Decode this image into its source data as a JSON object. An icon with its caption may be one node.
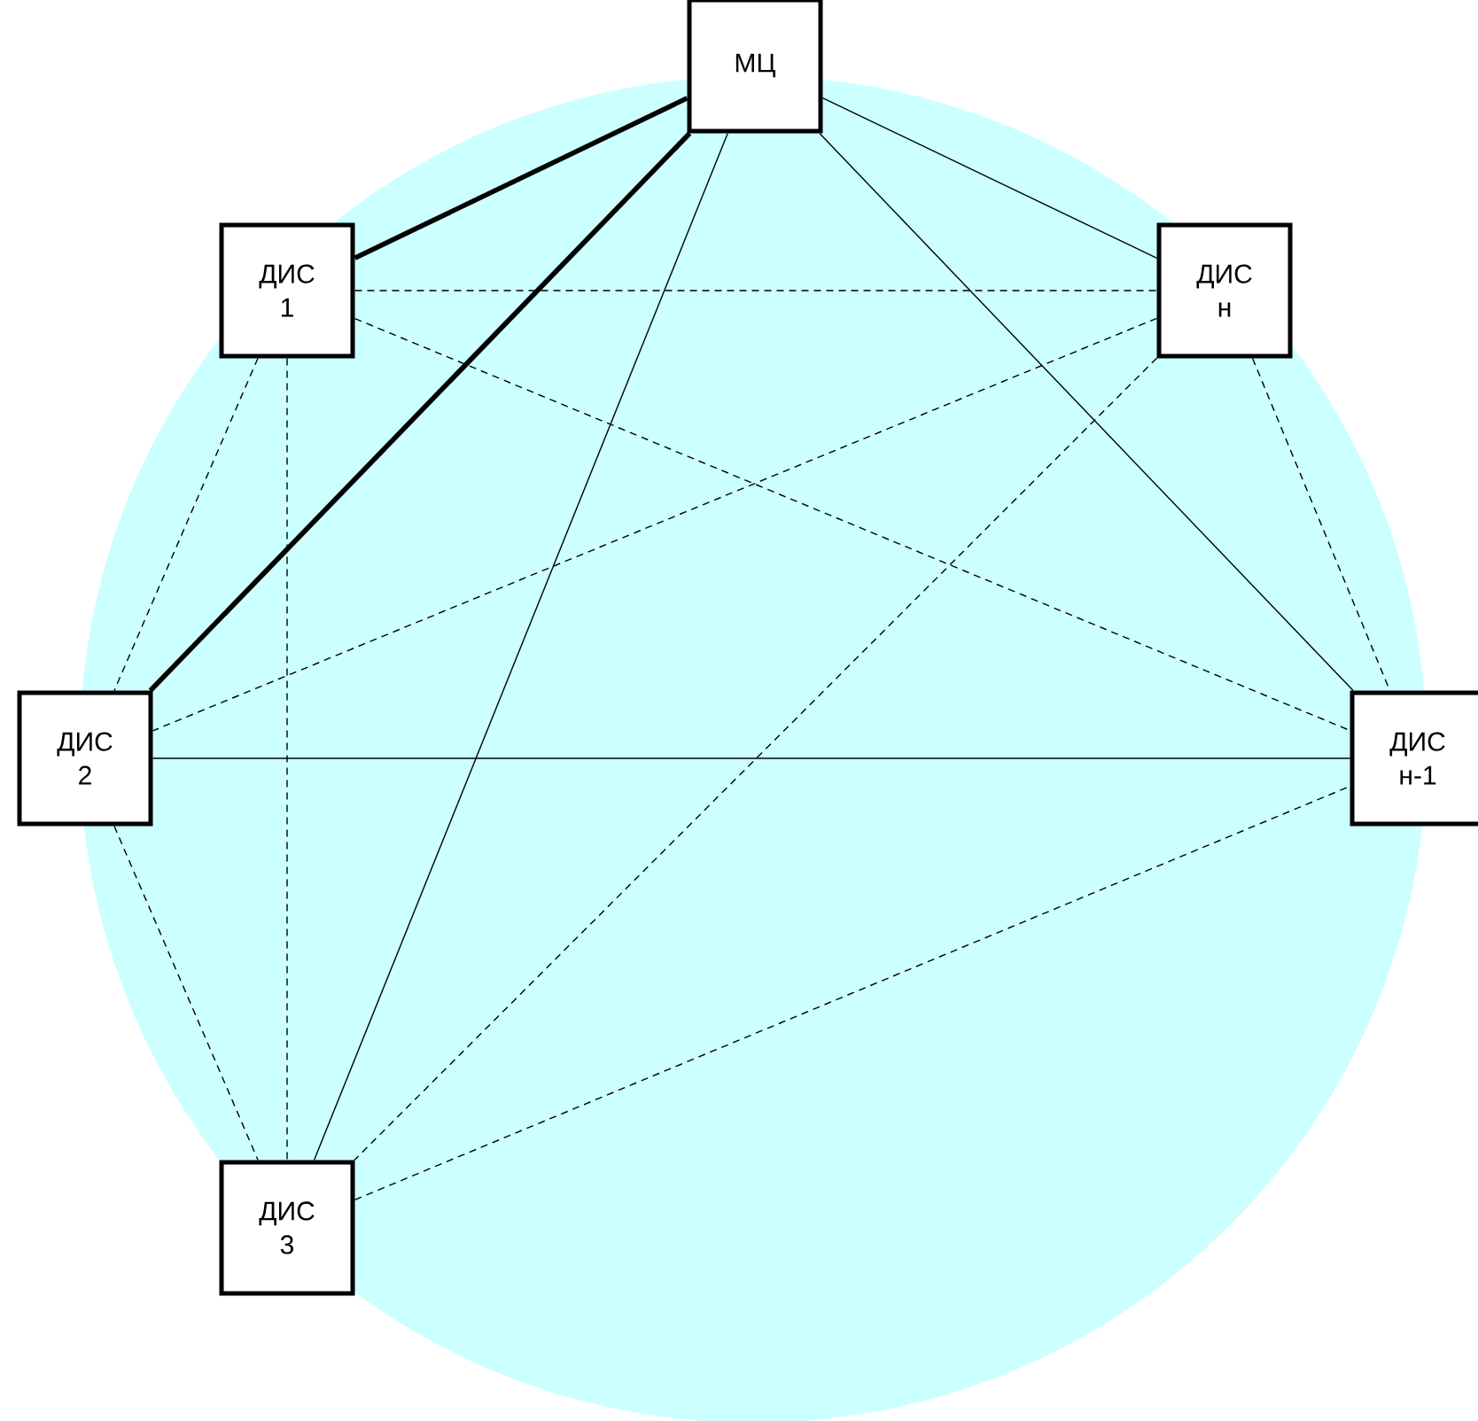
{
  "diagram": {
    "nodes": [
      {
        "text": [
          "МЦ"
        ]
      },
      {
        "text": [
          "ДИС 1"
        ]
      },
      {
        "text": [
          "ДИС н"
        ]
      },
      {
        "text": [
          "ДИС 2"
        ]
      },
      {
        "text": [
          "ДИС н-1"
        ]
      },
      {
        "text": [
          "ДИС 3"
        ]
      }
    ],
    "edges": [
      {
        "from": 0,
        "to": 1,
        "arrow": "none",
        "style": "thick"
      },
      {
        "from": 0,
        "to": 3,
        "arrow": "none",
        "style": "thick"
      },
      {
        "from": 0,
        "to": 5,
        "arrow": "none"
      },
      {
        "from": 0,
        "to": 2,
        "arrow": "none"
      },
      {
        "from": 0,
        "to": 4,
        "arrow": "none"
      },
      {
        "from": 3,
        "to": 4,
        "arrow": "none"
      },
      {
        "from": 1,
        "to": 2,
        "arrow": "none",
        "style": "dashed"
      },
      {
        "from": 1,
        "to": 4,
        "arrow": "none",
        "style": "dashed"
      },
      {
        "from": 1,
        "to": 3,
        "arrow": "none",
        "style": "dashed"
      },
      {
        "from": 1,
        "to": 5,
        "arrow": "none",
        "style": "dashed"
      },
      {
        "from": 2,
        "to": 3,
        "arrow": "none",
        "style": "dashed"
      },
      {
        "from": 2,
        "to": 5,
        "arrow": "none",
        "style": "dashed"
      },
      {
        "from": 2,
        "to": 4,
        "arrow": "none",
        "style": "dashed"
      },
      {
        "from": 3,
        "to": 5,
        "arrow": "none",
        "style": "dashed"
      },
      {
        "from": 5,
        "to": 4,
        "arrow": "none",
        "style": "dashed"
      }
    ]
  }
}
